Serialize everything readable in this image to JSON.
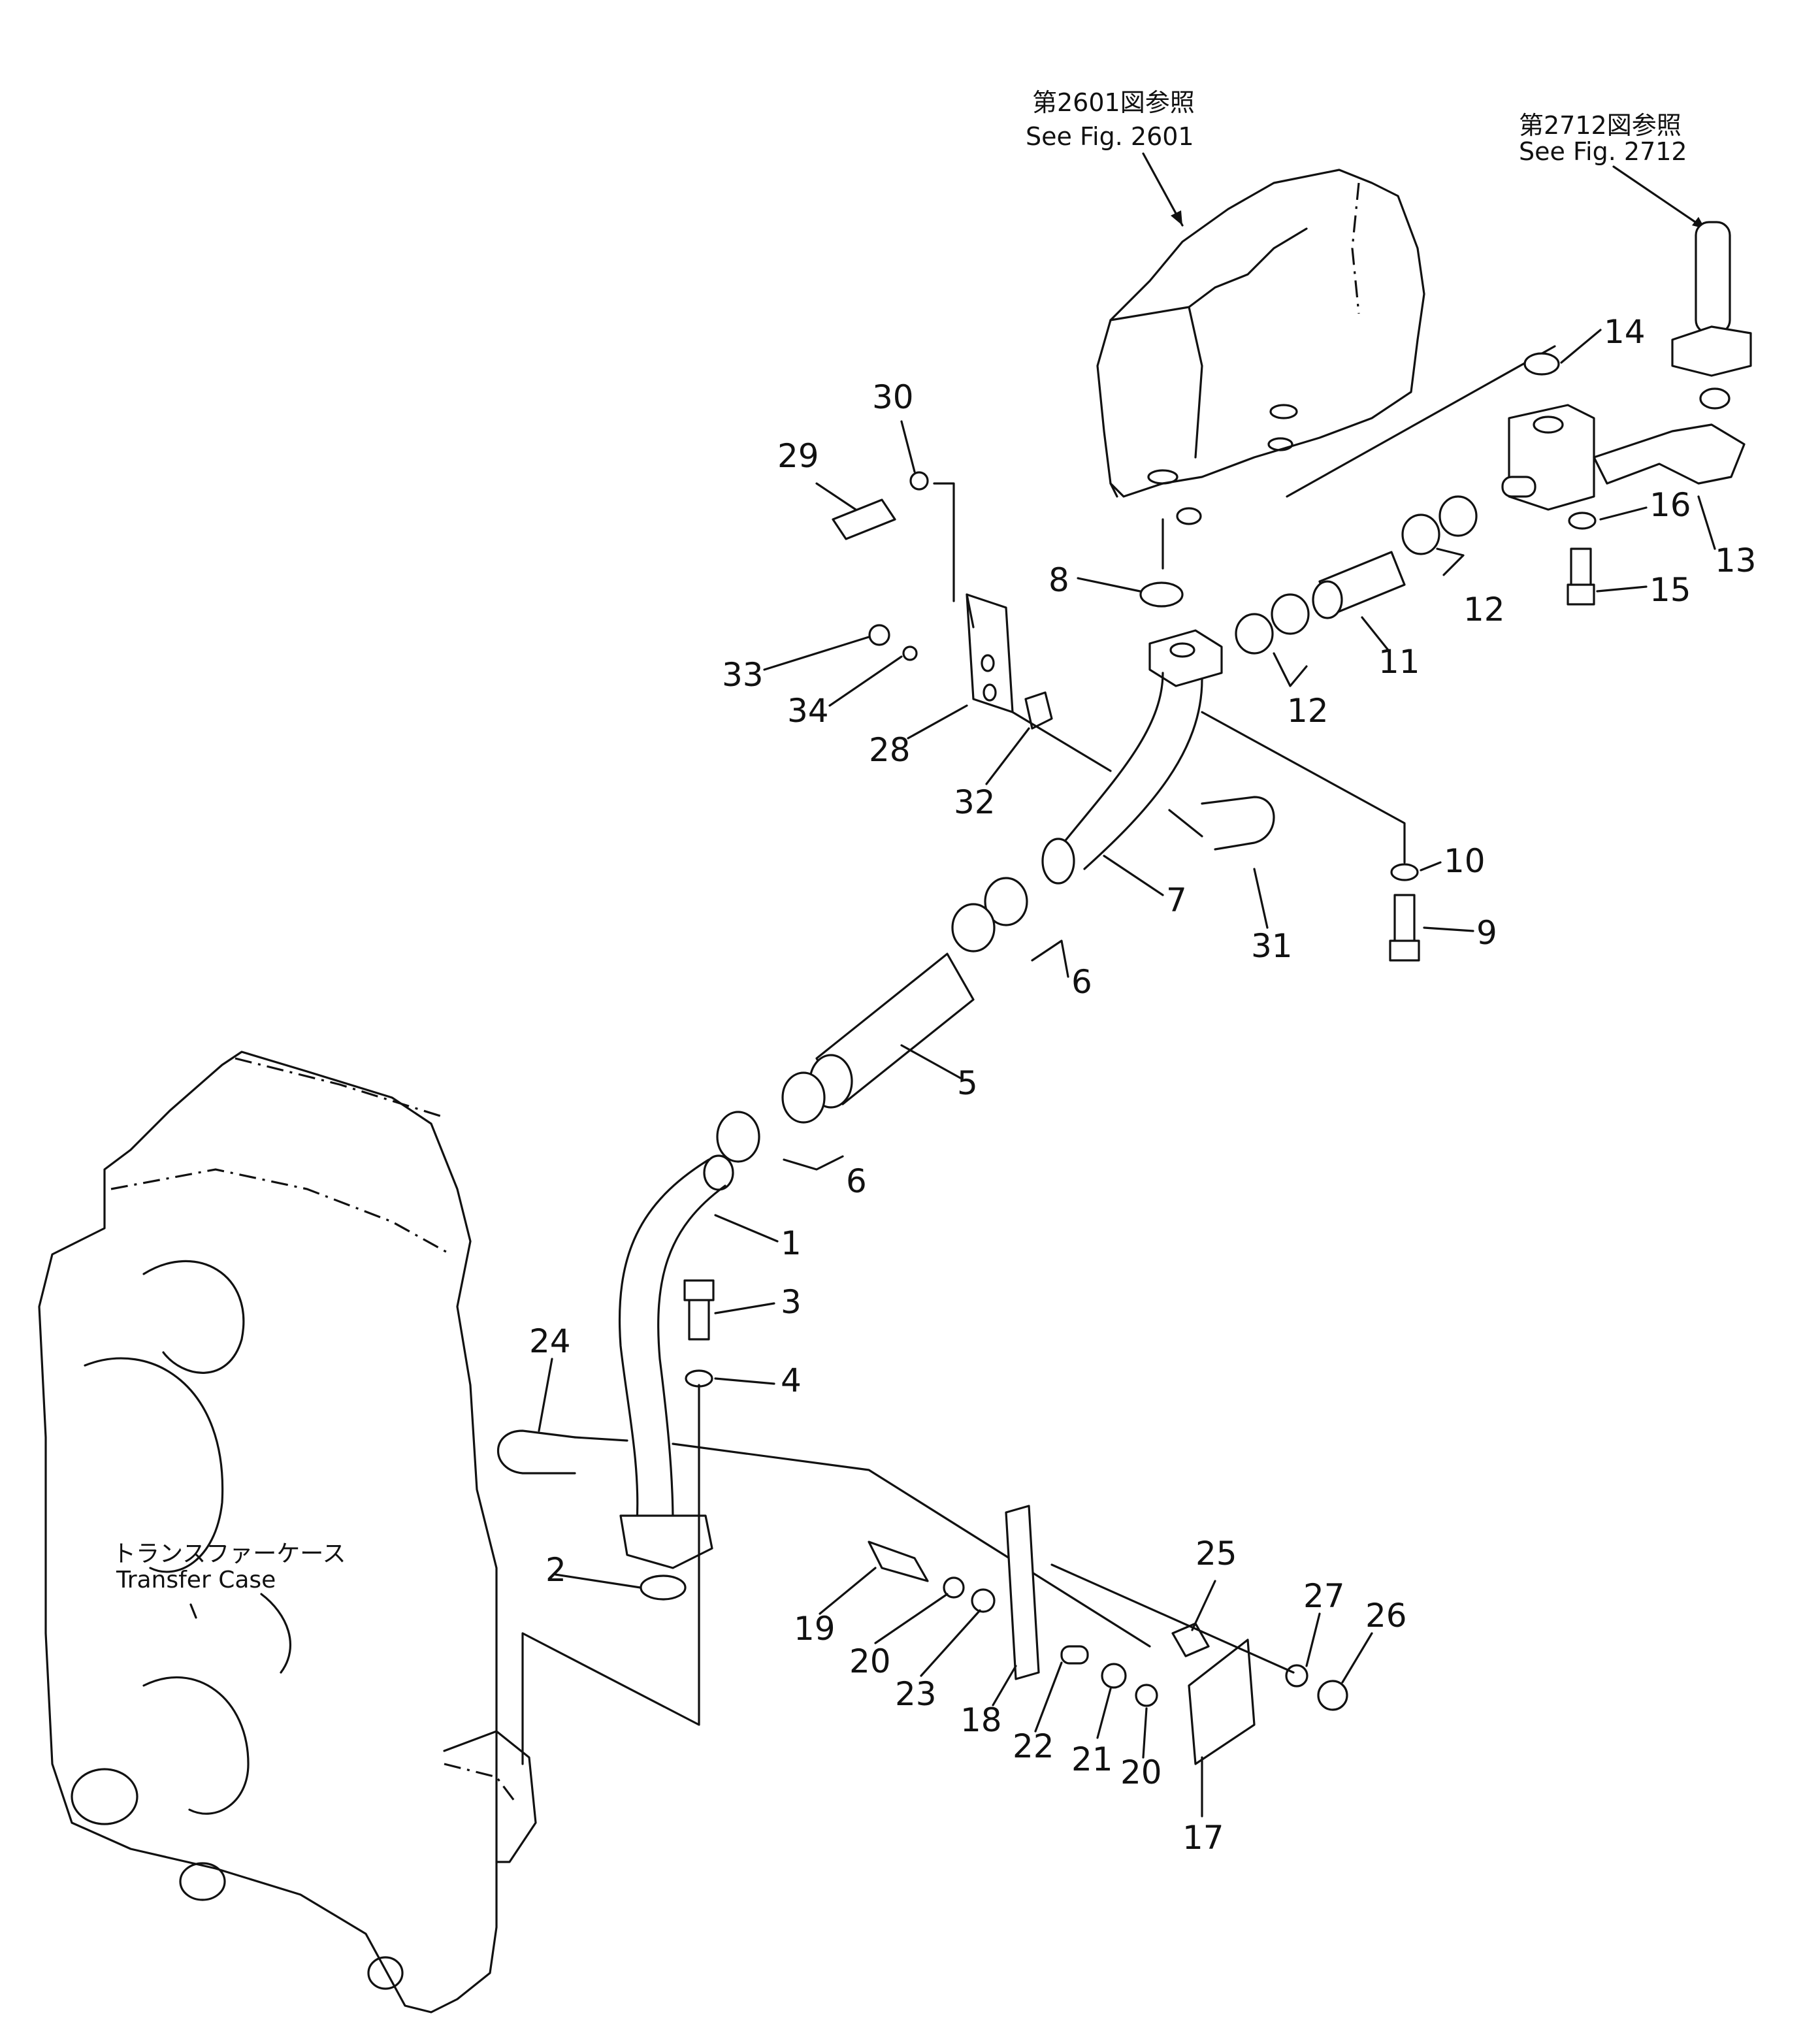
{
  "references": [
    {
      "id": "ref-2601",
      "jp": "第2601図参照",
      "en": "See Fig. 2601"
    },
    {
      "id": "ref-2712",
      "jp": "第2712図参照",
      "en": "See Fig. 2712"
    }
  ],
  "transfer_case": {
    "jp": "トランスファーケース",
    "en": "Transfer Case"
  },
  "callouts": [
    "1",
    "2",
    "3",
    "4",
    "5",
    "6",
    "6",
    "7",
    "8",
    "9",
    "10",
    "11",
    "12",
    "12",
    "13",
    "14",
    "15",
    "16",
    "17",
    "18",
    "19",
    "20",
    "20",
    "21",
    "22",
    "23",
    "24",
    "25",
    "26",
    "27",
    "28",
    "29",
    "30",
    "31",
    "32",
    "33",
    "34"
  ]
}
